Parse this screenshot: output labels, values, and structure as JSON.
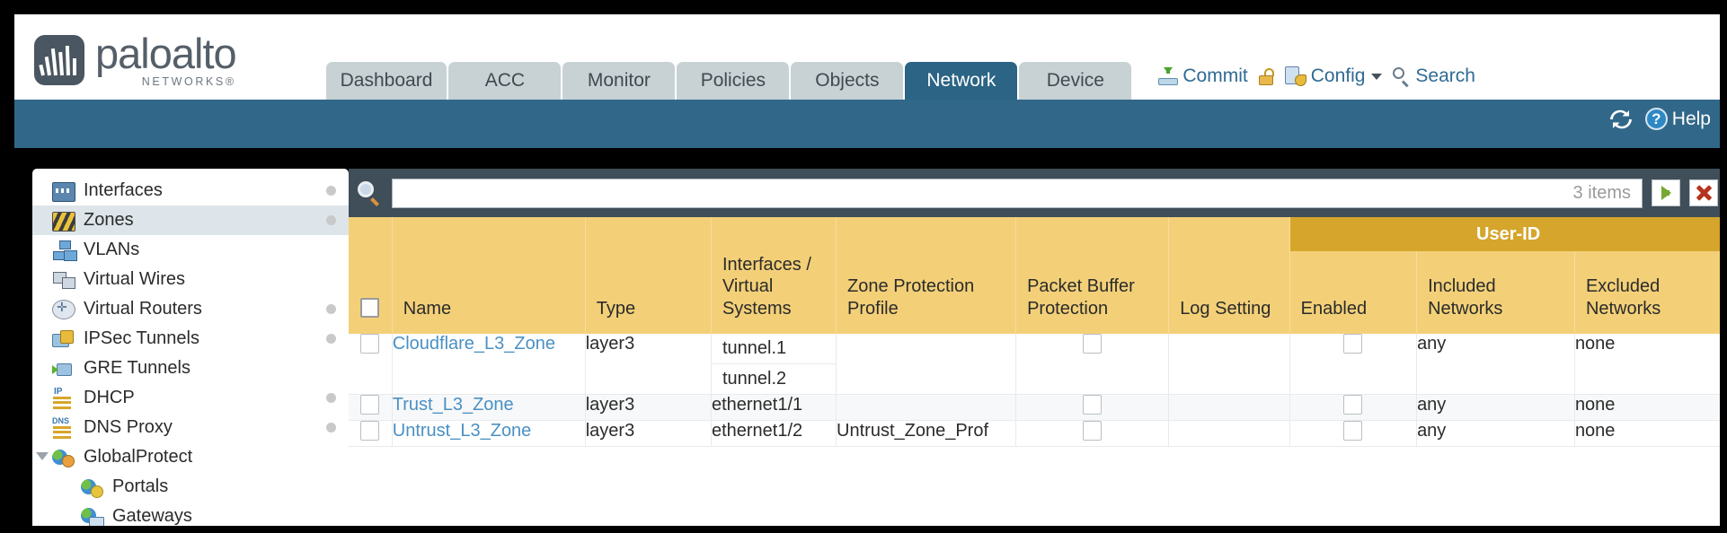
{
  "brand": {
    "name": "paloalto",
    "tagline": "NETWORKS®",
    "logo_icon": "paloalto-logo-icon"
  },
  "tabs": [
    {
      "label": "Dashboard",
      "active": false
    },
    {
      "label": "ACC",
      "active": false
    },
    {
      "label": "Monitor",
      "active": false
    },
    {
      "label": "Policies",
      "active": false
    },
    {
      "label": "Objects",
      "active": false
    },
    {
      "label": "Network",
      "active": true
    },
    {
      "label": "Device",
      "active": false
    }
  ],
  "top_actions": {
    "commit": "Commit",
    "config": "Config",
    "search": "Search",
    "lock_icon": "unlock-icon",
    "commit_icon": "commit-save-icon",
    "config_icon": "config-key-icon",
    "search_icon": "search-icon",
    "caret_icon": "chevron-down-icon"
  },
  "band": {
    "refresh_icon": "refresh-icon",
    "help_label": "Help",
    "help_icon": "help-question-icon"
  },
  "sidebar": {
    "items": [
      {
        "label": "Interfaces",
        "icon": "interfaces-icon",
        "dot": true,
        "selected": false,
        "child": false,
        "expander": false
      },
      {
        "label": "Zones",
        "icon": "zones-icon",
        "dot": true,
        "selected": true,
        "child": false,
        "expander": false
      },
      {
        "label": "VLANs",
        "icon": "vlans-icon",
        "dot": false,
        "selected": false,
        "child": false,
        "expander": false
      },
      {
        "label": "Virtual Wires",
        "icon": "virtual-wires-icon",
        "dot": false,
        "selected": false,
        "child": false,
        "expander": false
      },
      {
        "label": "Virtual Routers",
        "icon": "virtual-routers-icon",
        "dot": true,
        "selected": false,
        "child": false,
        "expander": false
      },
      {
        "label": "IPSec Tunnels",
        "icon": "ipsec-tunnels-icon",
        "dot": true,
        "selected": false,
        "child": false,
        "expander": false
      },
      {
        "label": "GRE Tunnels",
        "icon": "gre-tunnels-icon",
        "dot": false,
        "selected": false,
        "child": false,
        "expander": false
      },
      {
        "label": "DHCP",
        "icon": "dhcp-icon",
        "dot": true,
        "selected": false,
        "child": false,
        "expander": false
      },
      {
        "label": "DNS Proxy",
        "icon": "dns-proxy-icon",
        "dot": true,
        "selected": false,
        "child": false,
        "expander": false
      },
      {
        "label": "GlobalProtect",
        "icon": "globalprotect-icon",
        "dot": false,
        "selected": false,
        "child": false,
        "expander": true
      },
      {
        "label": "Portals",
        "icon": "portals-icon",
        "dot": false,
        "selected": false,
        "child": true,
        "expander": false
      },
      {
        "label": "Gateways",
        "icon": "gateways-icon",
        "dot": false,
        "selected": false,
        "child": true,
        "expander": false
      }
    ]
  },
  "filter": {
    "search_icon": "filter-search-icon",
    "value": "",
    "placeholder": "",
    "items_count": "3 items",
    "apply_icon": "apply-filter-arrow-icon",
    "clear_icon": "clear-filter-x-icon"
  },
  "table": {
    "group_header": "User-ID",
    "columns": [
      "Name",
      "Type",
      "Interfaces / Virtual Systems",
      "Zone Protection Profile",
      "Packet Buffer Protection",
      "Log Setting",
      "Enabled",
      "Included Networks",
      "Excluded Networks"
    ],
    "rows": [
      {
        "name": "Cloudflare_L3_Zone",
        "type": "layer3",
        "interfaces": [
          "tunnel.1",
          "tunnel.2"
        ],
        "zone_protection_profile": "",
        "packet_buffer_protection": false,
        "log_setting": "",
        "userid_enabled": false,
        "included_networks": "any",
        "excluded_networks": "none"
      },
      {
        "name": "Trust_L3_Zone",
        "type": "layer3",
        "interfaces": [
          "ethernet1/1"
        ],
        "zone_protection_profile": "",
        "packet_buffer_protection": false,
        "log_setting": "",
        "userid_enabled": false,
        "included_networks": "any",
        "excluded_networks": "none"
      },
      {
        "name": "Untrust_L3_Zone",
        "type": "layer3",
        "interfaces": [
          "ethernet1/2"
        ],
        "zone_protection_profile": "Untrust_Zone_Prof",
        "packet_buffer_protection": false,
        "log_setting": "",
        "userid_enabled": false,
        "included_networks": "any",
        "excluded_networks": "none"
      }
    ]
  },
  "colors": {
    "brand_blue": "#31688a",
    "active_tab": "#2b6484",
    "header_gold": "#f3d078",
    "group_gold": "#d5a62b",
    "link_blue": "#4a90c4",
    "panel_dark": "#3f4e58"
  }
}
